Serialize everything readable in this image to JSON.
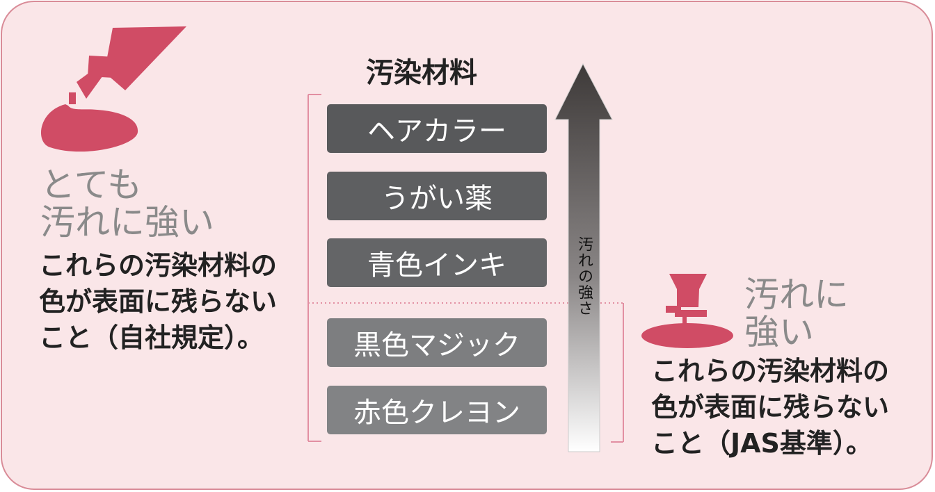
{
  "left": {
    "title_line1": "とても",
    "title_line2": "汚れに強い",
    "desc_line1": "これらの汚染材料の",
    "desc_line2": "色が表面に残らない",
    "desc_line3": "こと（自社規定）。"
  },
  "materials": {
    "heading": "汚染材料",
    "items": [
      {
        "label": "ヘアカラー",
        "color": "#58595b"
      },
      {
        "label": "うがい薬",
        "color": "#5e5f61"
      },
      {
        "label": "青色インキ",
        "color": "#646567"
      },
      {
        "label": "黒色マジック",
        "color": "#7d7e80"
      },
      {
        "label": "赤色クレヨン",
        "color": "#828385"
      }
    ]
  },
  "arrow": {
    "label": "汚れの強さ"
  },
  "right": {
    "title_line1": "汚れに",
    "title_line2": "強い",
    "desc_line1": "これらの汚染材料の",
    "desc_line2": "色が表面に残らない",
    "desc_line3": "こと（JAS基準）。"
  },
  "colors": {
    "accent": "#d04c65",
    "panel_bg": "#fae6e8",
    "panel_border": "#d98c98"
  }
}
